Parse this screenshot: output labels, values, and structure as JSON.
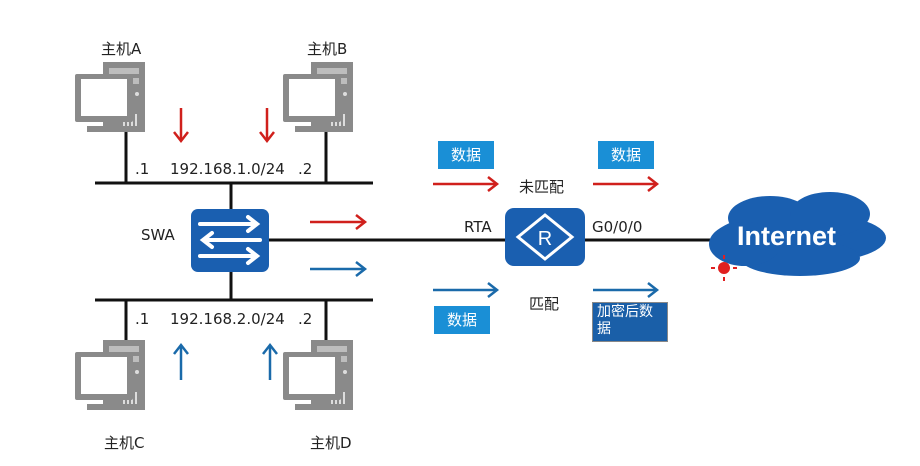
{
  "hosts": {
    "a": {
      "label": "主机A",
      "ip_suffix": ".1"
    },
    "b": {
      "label": "主机B",
      "ip_suffix": ".2"
    },
    "c": {
      "label": "主机C",
      "ip_suffix": ".1"
    },
    "d": {
      "label": "主机D",
      "ip_suffix": ".2"
    }
  },
  "networks": {
    "lan1": "192.168.1.0/24",
    "lan2": "192.168.2.0/24"
  },
  "devices": {
    "switch": "SWA",
    "router": "RTA",
    "router_symbol": "R",
    "interface": "G0/0/0",
    "cloud": "Internet"
  },
  "flows": {
    "unmatched": {
      "label": "未匹配",
      "data_in": "数据",
      "data_out": "数据",
      "color": "#d0201c"
    },
    "matched": {
      "label": "匹配",
      "data_in": "数据",
      "data_out": "加密后数据",
      "color": "#1a6aaa"
    }
  }
}
